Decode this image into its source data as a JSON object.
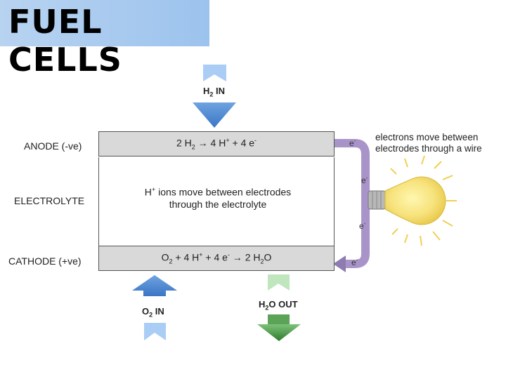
{
  "title": "FUEL CELLS",
  "labels": {
    "anode": "ANODE (-ve)",
    "electrolyte": "ELECTROLYTE",
    "cathode": "CATHODE (+ve)"
  },
  "equations": {
    "anode": [
      "2 H",
      "2",
      " → 4 H",
      "+",
      " + 4 e",
      "-"
    ],
    "cathode": [
      "O",
      "2",
      " + 4 H",
      "+",
      " + 4 e",
      "-",
      " → 2 H",
      "2",
      "O"
    ]
  },
  "electrolyte_text": {
    "line1_sup": "+",
    "line1_prefix": "H",
    "line1_rest": " ions move between electrodes",
    "line2": "through the electrolyte"
  },
  "inputs_outputs": {
    "h2_in": [
      "H",
      "2",
      " IN"
    ],
    "o2_in": [
      "O",
      "2",
      " IN"
    ],
    "h2o_out": [
      "H",
      "2",
      "O OUT"
    ]
  },
  "electron": {
    "base": "e",
    "sup": "-"
  },
  "note": {
    "line1": "electrons move between",
    "line2": "electrodes through a wire"
  },
  "colors": {
    "blue_arrow": "#4a86d0",
    "light_blue": "#a9cdf5",
    "purple": "#8e7cb0",
    "light_purple": "#b9a9d6",
    "green_arrow": "#3f8f3c",
    "light_green": "#bfe6bd",
    "wire": "#a894c9",
    "bulb": "#f6e27a"
  }
}
